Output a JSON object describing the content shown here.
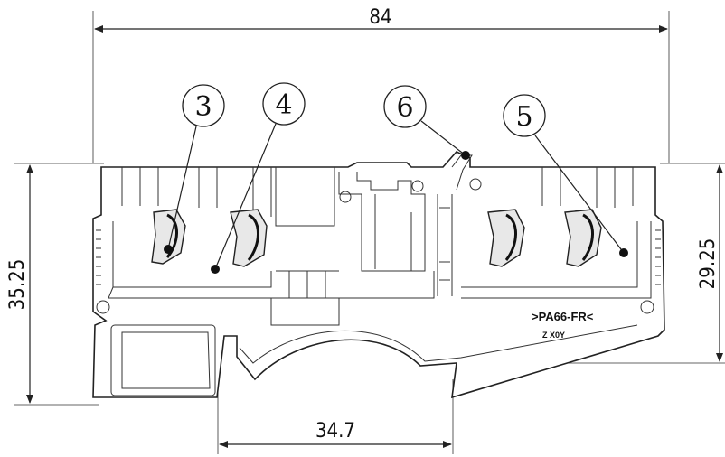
{
  "dimensions": {
    "overall_width": "84",
    "overall_height": "35.25",
    "right_height": "29.25",
    "rail_width": "34.7"
  },
  "callouts": {
    "c3": "3",
    "c4": "4",
    "c5": "5",
    "c6": "6"
  },
  "markings": {
    "material": ">PA66-FR<",
    "code": "Z X0Y"
  }
}
